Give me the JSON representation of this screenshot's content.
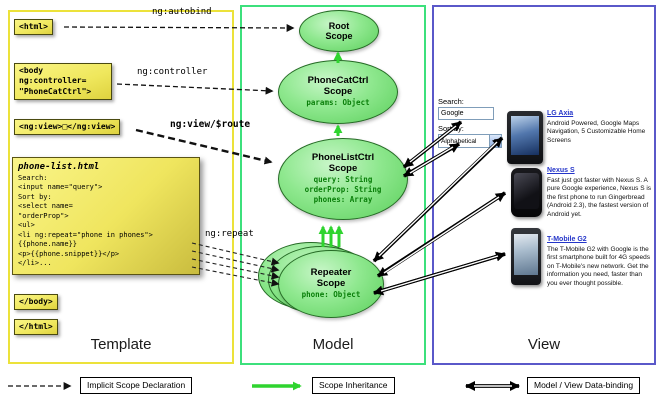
{
  "template": {
    "label": "Template",
    "tag_html_open": "<html>",
    "tag_body_open": "<body\nng:controller=\n\"PhoneCatCtrl\">",
    "tag_ng_view": "<ng:view>□</ng:view>",
    "note": {
      "title": "phone-list.html",
      "code": "Search:\n<input name=\"query\">\nSort by:\n<select name=\n\"orderProp\">\n<ul>\n<li ng:repeat=\"phone in phones\">\n{{phone.name}}\n<p>{{phone.snippet}}</p>\n</li>..."
    },
    "tag_body_close": "</body>",
    "tag_html_close": "</html>"
  },
  "model": {
    "label": "Model",
    "root_scope": {
      "title": "Root\nScope"
    },
    "phonecat_scope": {
      "title": "PhoneCatCtrl\nScope",
      "prop_params": "params: Object"
    },
    "phonelist_scope": {
      "title": "PhoneListCtrl\nScope",
      "prop_query": "query: String",
      "prop_orderprop": "orderProp: String",
      "prop_phones": "phones: Array"
    },
    "repeater_scope": {
      "title": "Repeater\nScope",
      "prop_phone": "phone: Object"
    }
  },
  "edges": {
    "autobind_label": "ng:autobind",
    "controller_label": "ng:controller",
    "view_route_label": "ng:view/$route",
    "repeat_label": "ng:repeat"
  },
  "view": {
    "label": "View",
    "search_label": "Search:",
    "search_value": "Google",
    "sort_label": "Sort by:",
    "sort_value": "Alphabetical",
    "sort_icon": "▼",
    "phones": [
      {
        "name": "LG Axia",
        "description": "Android Powered, Google Maps Navigation, 5 Customizable Home Screens"
      },
      {
        "name": "Nexus S",
        "description": "Fast just got faster with Nexus S. A pure Google experience, Nexus S is the first phone to run Gingerbread (Android 2.3), the fastest version of Android yet."
      },
      {
        "name": "T-Mobile G2",
        "description": "The T-Mobile G2 with Google is the first smartphone built for 4G speeds on T-Mobile's new network. Get the information you need, faster than you ever thought possible."
      }
    ]
  },
  "legend": {
    "implicit": "Implicit Scope Declaration",
    "inheritance": "Scope Inheritance",
    "binding": "Model / View Data-binding"
  }
}
